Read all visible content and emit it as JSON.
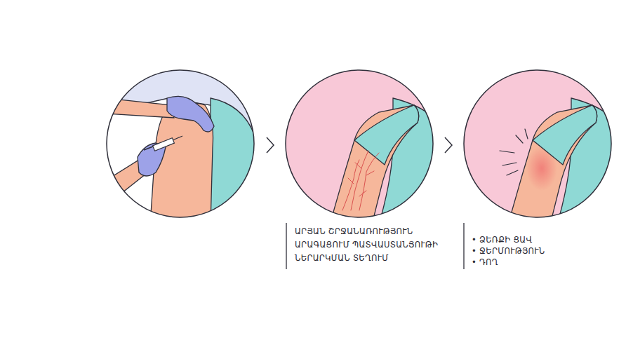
{
  "diagram": {
    "labels": [
      "ԱՐՅԱՆ ՇՐՋԱՆԱՌՈՒԹՅՈՒՆ ԱՐԱԳԱՑՈՒՄ ՊԱՏՎԱՍՏԱՆՅՈՒԹԻ ՆԵՐԱՐԿՄԱՆ ՏԵՂՈՒՄ",
      "• ՁԵՌՔԻ ՑԱՎ",
      "• ՋԵՐՄՈՒԹՅՈՒՆ",
      "• ԴՈՂ"
    ]
  }
}
